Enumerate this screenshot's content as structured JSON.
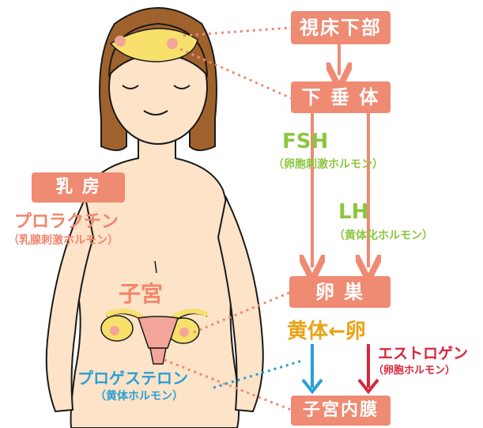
{
  "nodes": {
    "hypothalamus": "視床下部",
    "pituitary": "下 垂 体",
    "ovary": "卵  巣",
    "endometrium": "子宮内膜",
    "breast": "乳  房",
    "uterus": "子宮"
  },
  "hormones": {
    "fsh": {
      "name": "FSH",
      "desc": "（卵胞刺激ホルモン）"
    },
    "lh": {
      "name": "LH",
      "desc": "（黄体化ホルモン）"
    },
    "prolactin": {
      "name": "プロラクチン",
      "desc": "（乳腺刺激ホルモン）"
    },
    "progesterone": {
      "name": "プロゲステロン",
      "desc": "（黄体ホルモン）"
    },
    "estrogen": {
      "name": "エストロゲン",
      "desc": "（卵胞ホルモン）"
    }
  },
  "corpus_luteum": "黄体←卵",
  "colors": {
    "box": "#ef8a73",
    "fsh_lh": "#8cc63f",
    "progesterone": "#2a9fd6",
    "estrogen": "#d7263d",
    "corpus_luteum": "#e8a317",
    "skin": "#fde3c8",
    "hair": "#a0622d"
  }
}
